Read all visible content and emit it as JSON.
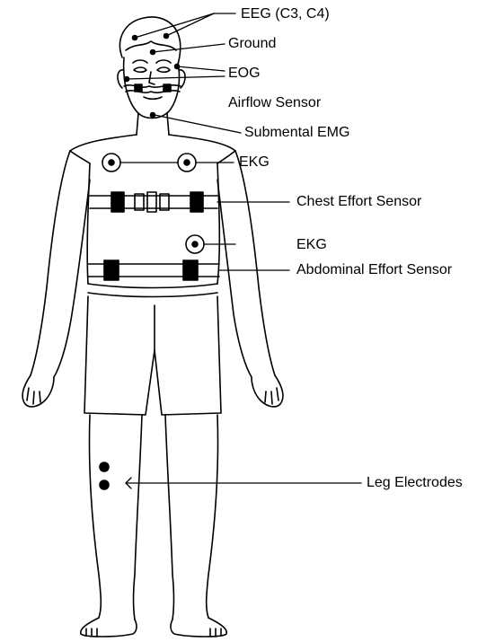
{
  "labels": {
    "eeg": "EEG (C3, C4)",
    "ground": "Ground",
    "eog": "EOG",
    "airflow": "Airflow Sensor",
    "emg": "Submental EMG",
    "ekg_chest": "EKG",
    "chest_effort": "Chest Effort Sensor",
    "ekg_side": "EKG",
    "abdominal_effort": "Abdominal Effort Sensor",
    "leg": "Leg Electrodes"
  }
}
